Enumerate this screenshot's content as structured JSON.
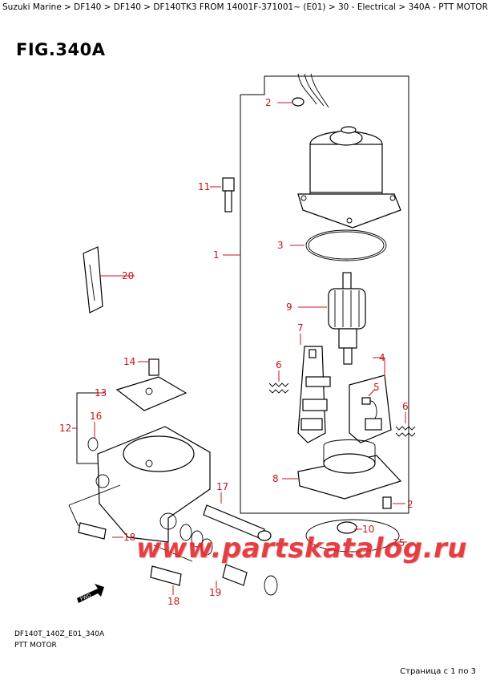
{
  "breadcrumb": "Suzuki Marine > DF140 > DF140 > DF140TK3 FROM 14001F-371001~ (E01) > 30 - Electrical > 340A - PTT MOTOR",
  "figure": {
    "title": "FIG.340A",
    "drawing_code": "DF140T_140Z_E01_340A",
    "name": "PTT MOTOR"
  },
  "callouts": [
    "1",
    "2",
    "3",
    "4",
    "5",
    "6",
    "7",
    "8",
    "9",
    "10",
    "11",
    "12",
    "13",
    "14",
    "15",
    "16",
    "17",
    "18",
    "19",
    "20"
  ],
  "watermark": "www.partskatalog.ru",
  "arrow_label": "FWD",
  "pagination": "Страница с 1 по 3"
}
